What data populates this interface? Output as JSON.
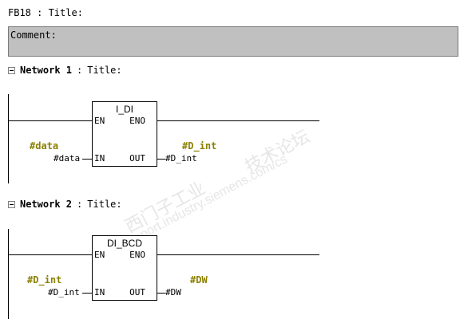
{
  "header": {
    "title": "FB18 : Title:"
  },
  "comment": {
    "label": "Comment:"
  },
  "networks": [
    {
      "label": "Network 1",
      "title_sep": ":",
      "title": "Title:",
      "block": {
        "name": "I_DI",
        "en": "EN",
        "eno": "ENO",
        "in": "IN",
        "out": "OUT"
      },
      "in_symbol": "#data",
      "in_operand": "#data",
      "out_symbol": "#D_int",
      "out_operand": "#D_int"
    },
    {
      "label": "Network 2",
      "title_sep": ":",
      "title": "Title:",
      "block": {
        "name": "DI_BCD",
        "en": "EN",
        "eno": "ENO",
        "in": "IN",
        "out": "OUT"
      },
      "in_symbol": "#D_int",
      "in_operand": "#D_int",
      "out_symbol": "#DW",
      "out_operand": "#DW"
    }
  ],
  "watermark": {
    "text1": "西门子工业",
    "text2": "support.industry.siemens.com/cs",
    "text3": "技术论坛"
  }
}
